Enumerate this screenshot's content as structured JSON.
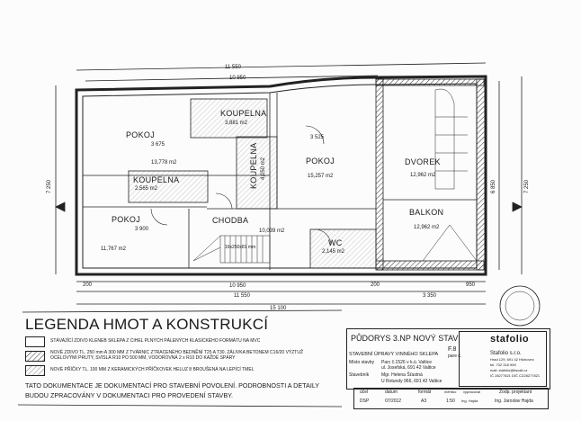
{
  "dimensions": {
    "top_outer": "11 550",
    "top_inner": "10 950",
    "bottom_inner": "10 950",
    "bottom_outer": "11 550",
    "bottom_total": "15 100",
    "bottom_right": "3 350",
    "bottom_left_offset": "200",
    "bottom_mid_offset": "200",
    "bottom_right_offset": "950",
    "left_height": "7 250",
    "right_height": "7 250",
    "right_inner": "6 850",
    "stair": "16x250x81 mm"
  },
  "rooms": [
    {
      "name": "POKOJ",
      "area": "13,778 m2",
      "width": "3 675"
    },
    {
      "name": "KOUPELNA",
      "area": "3,881 m2"
    },
    {
      "name": "KOUPELNA",
      "area": "2,565 m2"
    },
    {
      "name": "KOUPELNA",
      "area": "4,050 m2"
    },
    {
      "name": "POKOJ",
      "area": "11,767 m2",
      "width": "3 900"
    },
    {
      "name": "CHODBA",
      "area": "10,039 m2"
    },
    {
      "name": "POKOJ",
      "area": "15,257 m2",
      "width": "3 525"
    },
    {
      "name": "DVOREK",
      "area": "12,962 m2"
    },
    {
      "name": "BALKON",
      "area": "12,962 m2"
    },
    {
      "name": "WC",
      "area": "2,145 m2"
    }
  ],
  "legend": {
    "title": "LEGENDA HMOT A KONSTRUKCÍ",
    "items": [
      "STÁVAJÍCÍ ZDIVO KLENEB SKLEPA Z CIHEL PLNÝCH PÁLENÝCH KLASICKÉHO FORMÁTU NA MVC",
      "NOVÉ ZDIVO TL. 250 mm A 300 MM Z TVÁRNIC ZTRACENÉHO BEDNĚNÍ T25 A T30, ZÁLIVKA BETONEM C16/20 VÝZTUŽ OCELOVÝMI PRUTY, SVISLÁ R10 PO 500 MM, VODOROVNÁ 2 x R10 DO KAŽDÉ SPÁRY",
      "NOVÉ PŘÍČKY TL. 100 MM Z KERAMICKÝCH PŘÍČKOVEK HELUZ 8 BROUŠENÁ NA LEPÍCÍ TMEL"
    ],
    "note": [
      "TATO DOKUMENTACE JE DOKUMENTACÍ PRO STAVEBNÍ POVOLENÍ. PODROBNOSTI A DETAILY",
      "BUDOU ZPRACOVÁNY V DOKUMENTACI PRO PROVEDENÍ STAVBY."
    ]
  },
  "title_block": {
    "drawing_title": "PŮDORYS 3.NP NOVÝ STAV",
    "sheet": "F.8",
    "sheet_sub": "pare č.",
    "project": "STAVEBNÍ ÚPRAVY VINNÉHO SKLEPA",
    "location_label": "Místo stavby",
    "location": [
      "Parc č.1526 v k.ú. Valtice",
      "ul. Josefská, 691 42 Valtice"
    ],
    "investor_label": "Stavebník",
    "investor": [
      "Mgr. Helena Šťastná",
      "U Rotundy 966, 691 42 Valtice"
    ],
    "company_logo": "stafolio",
    "company": "Stafolio s.r.o.",
    "company_info": [
      "Hrad 129, 691 42 Hlohovec",
      "tel. 732 318 959",
      "mail: stafolio@tiscali.cz",
      "IČ 28277821 DIČ CZ28277821"
    ],
    "fields": [
      {
        "label": "účel",
        "value": "DSP"
      },
      {
        "label": "datum",
        "value": "07/2012"
      },
      {
        "label": "formát",
        "value": "A3"
      },
      {
        "label": "měřítko",
        "value": "1:50"
      },
      {
        "label": "vypracoval",
        "value": "Ing. Hajda"
      },
      {
        "label": "Zodp. projektant",
        "value": "Ing. Jaroslav Hajda"
      }
    ]
  }
}
